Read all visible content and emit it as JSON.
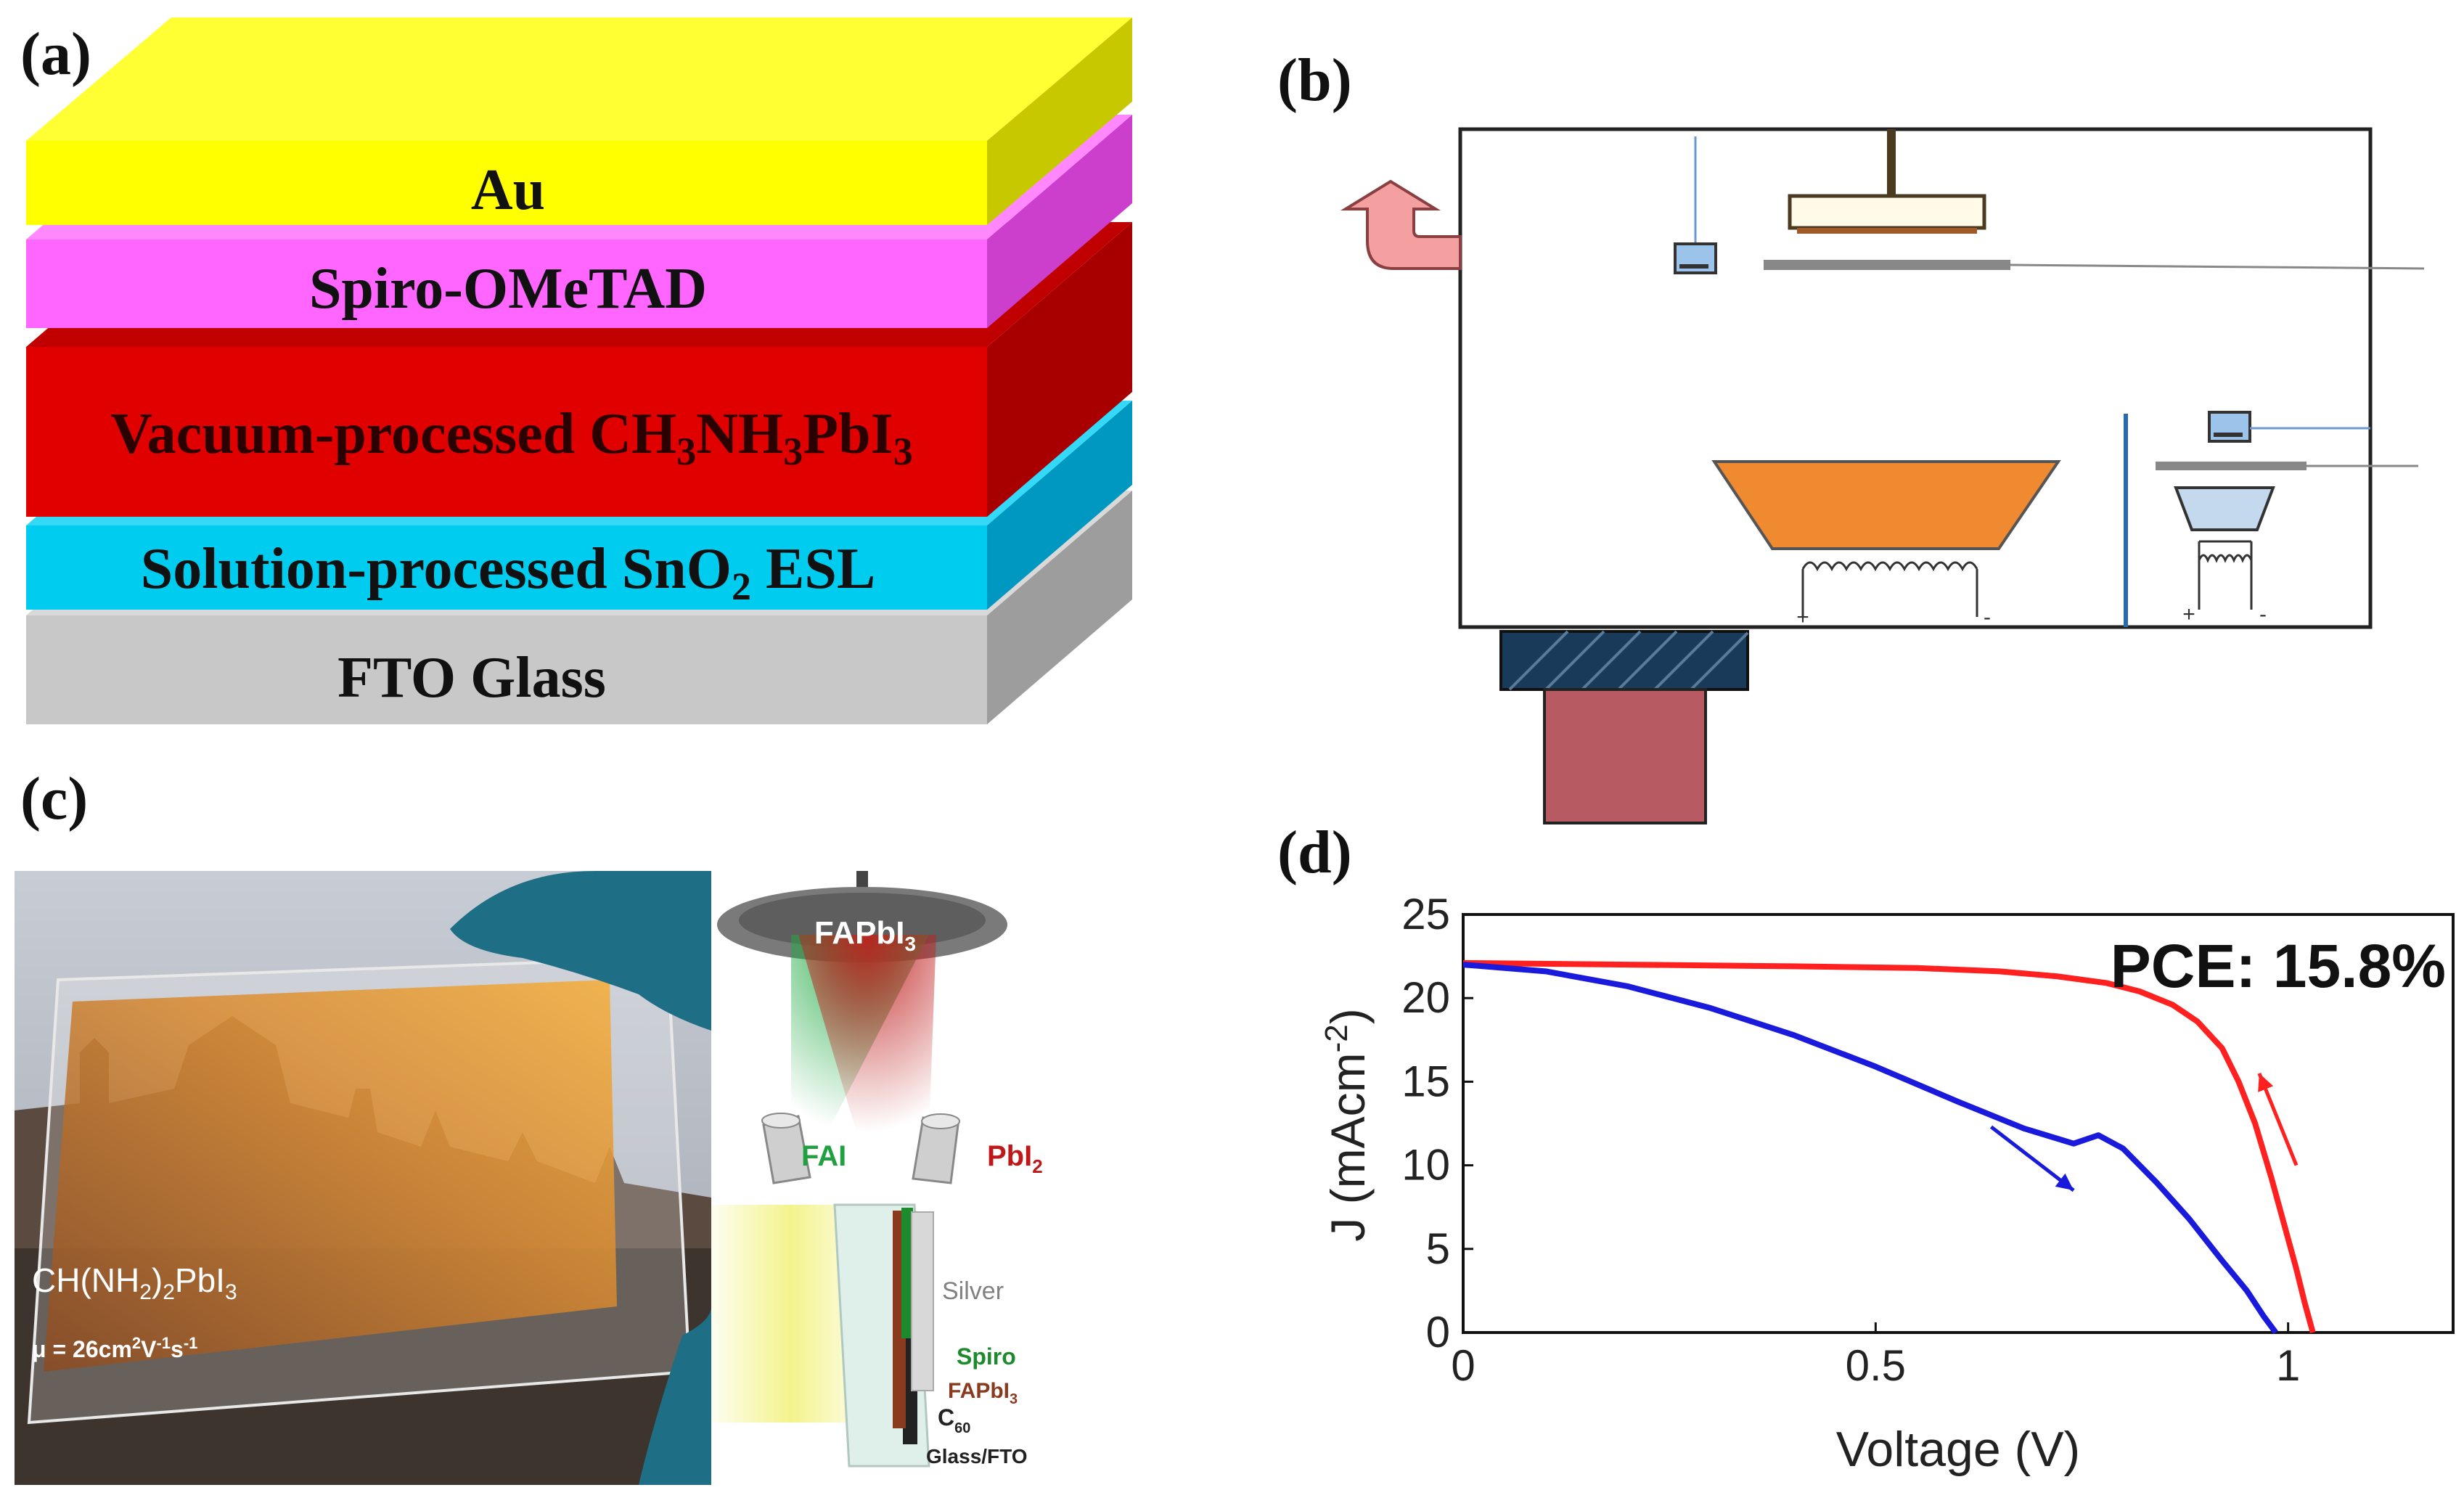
{
  "panels": {
    "a": {
      "label": "(a)",
      "layers": [
        {
          "name": "Au",
          "color": "#ffff00"
        },
        {
          "name": "Spiro-OMeTAD",
          "color": "#ff66ff"
        },
        {
          "name_parts": [
            "Vacuum-processed CH",
            "3",
            "NH",
            "3",
            "PbI",
            "3"
          ],
          "color": "#e60000"
        },
        {
          "name_parts": [
            "Solution-processed SnO",
            "2",
            " ESL"
          ],
          "color": "#00ccf0"
        },
        {
          "name": "FTO Glass",
          "color": "#c8c8c8"
        }
      ]
    },
    "b": {
      "label": "(b)",
      "plus": "+",
      "minus": "-"
    },
    "c": {
      "label": "(c)",
      "photo_formula_parts": [
        "CH(NH",
        "2",
        ")",
        "2",
        "PbI",
        "3"
      ],
      "photo_mobility_parts": [
        "μ = 26cm",
        "2",
        "V",
        "-1",
        "s",
        "-1"
      ],
      "target_parts": [
        "FAPbI",
        "3"
      ],
      "source_left": "FAI",
      "source_right_parts": [
        "PbI",
        "2"
      ],
      "stack_labels": {
        "silver": "Silver",
        "spiro": "Spiro",
        "fapbi_parts": [
          "FAPbI",
          "3"
        ],
        "c60_parts": [
          "C",
          "60"
        ],
        "glass": "Glass/FTO"
      }
    },
    "d": {
      "label": "(d)",
      "annotation": "PCE: 15.8%"
    }
  },
  "chart_data": {
    "type": "line",
    "title": "",
    "xlabel": "Voltage (V)",
    "ylabel_parts": [
      "J (mAcm",
      "-2",
      ")"
    ],
    "xlim": [
      0,
      1.2
    ],
    "ylim": [
      0,
      25
    ],
    "xticks": [
      {
        "v": 0,
        "label": "0"
      },
      {
        "v": 0.5,
        "label": "0.5"
      },
      {
        "v": 1,
        "label": "1"
      }
    ],
    "yticks": [
      {
        "v": 0,
        "label": "0"
      },
      {
        "v": 5,
        "label": "5"
      },
      {
        "v": 10,
        "label": "10"
      },
      {
        "v": 15,
        "label": "15"
      },
      {
        "v": 20,
        "label": "20"
      },
      {
        "v": 25,
        "label": "25"
      }
    ],
    "series": [
      {
        "color": "#ff2020",
        "x": [
          0,
          0.2,
          0.4,
          0.55,
          0.65,
          0.72,
          0.78,
          0.82,
          0.86,
          0.89,
          0.92,
          0.94,
          0.96,
          0.98,
          0.995,
          1.01,
          1.02,
          1.03
        ],
        "y": [
          22.1,
          22.0,
          21.9,
          21.8,
          21.6,
          21.3,
          20.9,
          20.4,
          19.6,
          18.6,
          17.0,
          15.0,
          12.5,
          9.2,
          6.5,
          3.8,
          1.8,
          0
        ]
      },
      {
        "color": "#1a1adc",
        "x": [
          0,
          0.1,
          0.2,
          0.3,
          0.4,
          0.5,
          0.6,
          0.68,
          0.74,
          0.77,
          0.8,
          0.84,
          0.88,
          0.92,
          0.95,
          0.97,
          0.985
        ],
        "y": [
          22.0,
          21.6,
          20.7,
          19.4,
          17.8,
          15.9,
          13.8,
          12.2,
          11.3,
          11.8,
          11.0,
          9.0,
          6.8,
          4.3,
          2.5,
          1.0,
          0
        ]
      }
    ],
    "arrows": [
      {
        "color": "#1a1adc",
        "from": [
          0.64,
          12.3
        ],
        "to": [
          0.74,
          8.5
        ]
      },
      {
        "color": "#ff2020",
        "from": [
          1.01,
          10.0
        ],
        "to": [
          0.965,
          15.5
        ]
      }
    ]
  }
}
